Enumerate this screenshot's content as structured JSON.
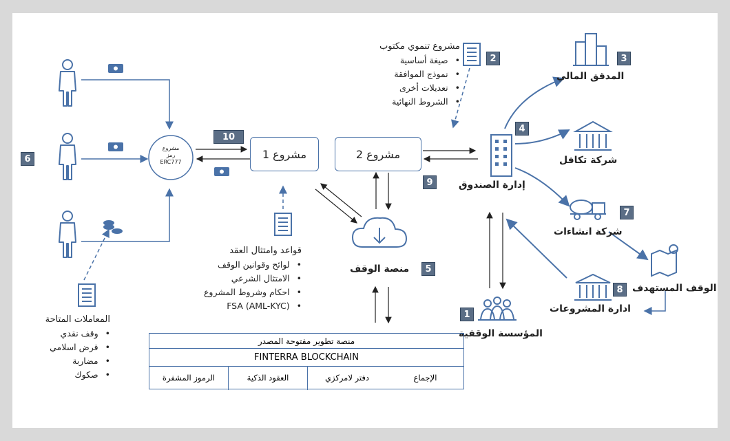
{
  "diagram": {
    "badges": {
      "b1": "1",
      "b2": "2",
      "b3": "3",
      "b4": "4",
      "b5": "5",
      "b6": "6",
      "b7": "7",
      "b8": "8",
      "b9": "9",
      "b10": "10"
    },
    "token_circle": [
      "مشروع",
      "رمز",
      "ERC777"
    ],
    "project1": "مشروع 1",
    "project2": "مشروع 2",
    "project_doc": {
      "heading": "مشروع تنموي مكتوب",
      "items": [
        "صيغة أساسية",
        "نموذج الموافقة",
        "تعديلات أخرى",
        "الشروط النهائية"
      ]
    },
    "rules_doc": {
      "heading": "قواعد وامتثال العقد",
      "items": [
        "لوائح وقوانين الوقف",
        "الامتثال الشرعي",
        "احكام وشروط المشروع",
        "FSA (AML-KYC)"
      ]
    },
    "transactions": {
      "heading": "المعاملات المتاحة",
      "items": [
        "وقف نقدي",
        "قرض اسلامي",
        "مضاربة",
        "صكوك"
      ]
    },
    "entities": {
      "auditor": "المدقق المالي",
      "takaful": "شركة تكافل",
      "construction": "شركة انشاءات",
      "fund_management": "إدارة الصندوق",
      "target_waqf": "الوقف المستهدف",
      "projects_management": "ادارة المشروعات",
      "waqf_platform": "منصة الوقف",
      "waqf_institution": "المؤسسة الوقفية"
    },
    "blockchain": {
      "row1": "منصة تطوير مفتوحة المصدر",
      "row2": "FINTERRA BLOCKCHAIN",
      "cells": [
        "الإجماع",
        "دفتر لامركزي",
        "العقود الذكية",
        "الرموز المشفرة"
      ]
    },
    "colors": {
      "accent": "#4a72a8",
      "badge": "#5b6e86"
    }
  }
}
